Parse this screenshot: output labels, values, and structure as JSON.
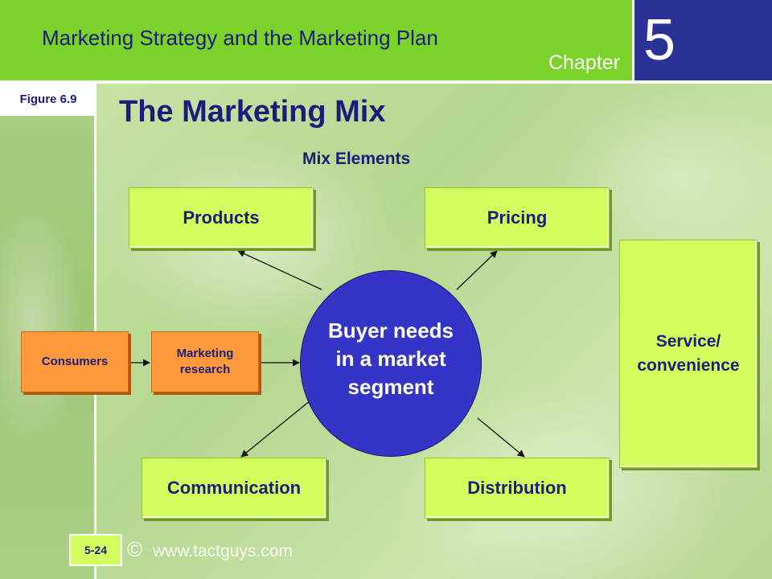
{
  "header": {
    "title": "Marketing Strategy and the Marketing Plan",
    "chapter_label": "Chapter",
    "chapter_number": "5"
  },
  "figure_label": "Figure 6.9",
  "slide_title": "The Marketing Mix",
  "subtitle": "Mix Elements",
  "diagram": {
    "mix_elements": {
      "products": "Products",
      "pricing": "Pricing",
      "communication": "Communication",
      "distribution": "Distribution",
      "service": [
        "Service/",
        "convenience"
      ]
    },
    "center": [
      "Buyer needs",
      "in a market",
      "segment"
    ],
    "inputs": {
      "consumers": "Consumers",
      "research": [
        "Marketing",
        "research"
      ]
    },
    "edges": [
      {
        "from": "center",
        "to": "products"
      },
      {
        "from": "center",
        "to": "pricing"
      },
      {
        "from": "center",
        "to": "communication"
      },
      {
        "from": "center",
        "to": "distribution"
      },
      {
        "from": "consumers",
        "to": "research"
      },
      {
        "from": "research",
        "to": "center"
      }
    ]
  },
  "footer": {
    "slide_number": "5-24",
    "copyright_symbol": "©",
    "url": "www.tactguys.com"
  },
  "colors": {
    "header_green": "#7ad22a",
    "chapter_blue": "#2a3296",
    "mix_box": "#d2ff5e",
    "input_box": "#ff9a3a",
    "center_circle": "#3434c6",
    "text_navy": "#1c1c7a"
  }
}
